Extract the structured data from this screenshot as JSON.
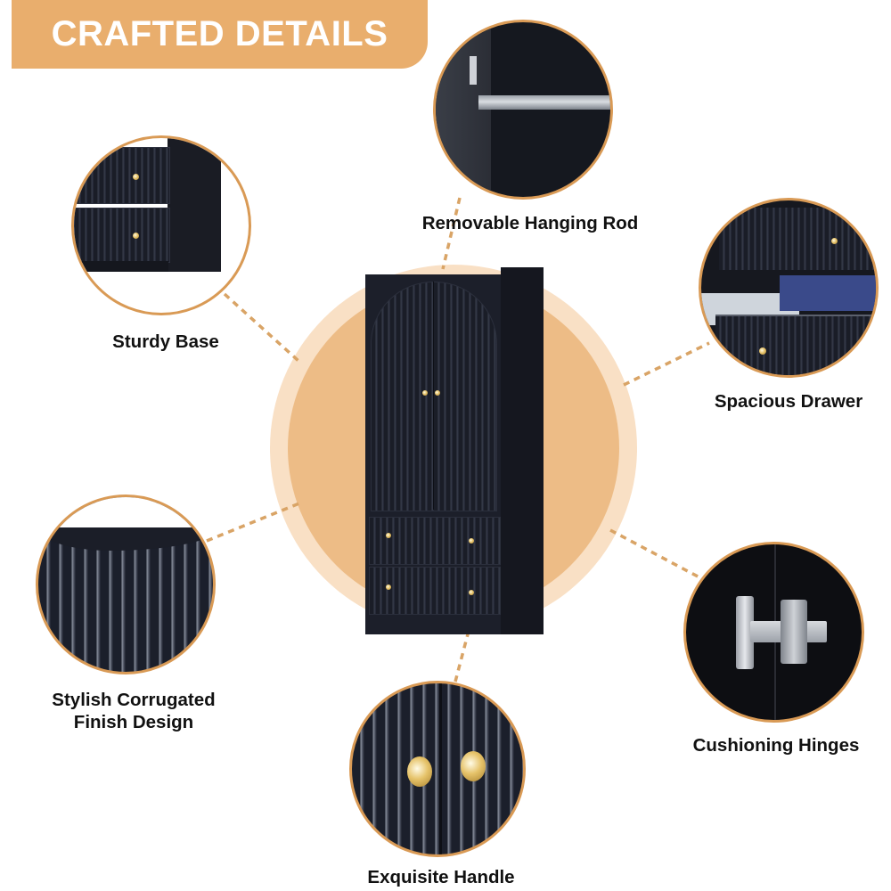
{
  "banner": {
    "title": "CRAFTED DETAILS",
    "color": "#E9AE6D"
  },
  "colors": {
    "accent": "#E9AE6D",
    "disc_outer": "#F9E0C5",
    "disc_inner": "#EDBC86",
    "circle_border": "#D99A55",
    "cabinet": "#1C1F2A"
  },
  "product": {
    "name": "Arched fluted wardrobe",
    "image_alt": "Black arched-door wardrobe with two drawers"
  },
  "features": [
    {
      "id": "hanging-rod",
      "label": "Removable Hanging Rod"
    },
    {
      "id": "sturdy-base",
      "label": "Sturdy Base"
    },
    {
      "id": "spacious-drawer",
      "label": "Spacious Drawer"
    },
    {
      "id": "corrugated-finish",
      "label_line1": "Stylish Corrugated",
      "label_line2": "Finish Design"
    },
    {
      "id": "cushioning-hinges",
      "label": "Cushioning Hinges"
    },
    {
      "id": "exquisite-handle",
      "label": "Exquisite Handle"
    }
  ]
}
